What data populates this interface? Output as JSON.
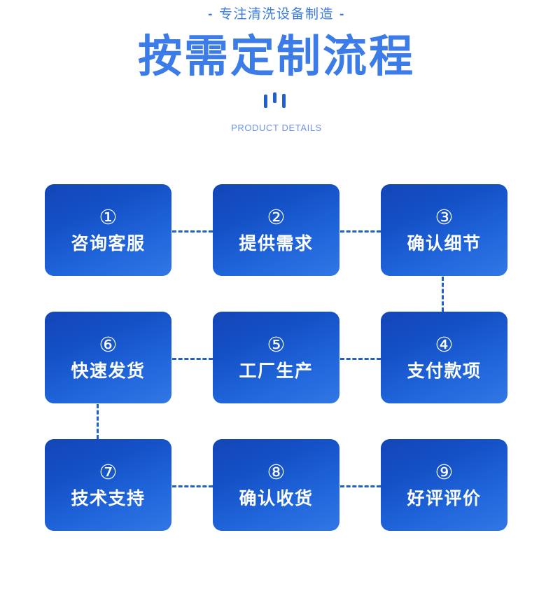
{
  "header": {
    "eyebrow": "专注清洗设备制造",
    "eyebrow_dash_left": "-",
    "eyebrow_dash_right": "-",
    "headline": "按需定制流程",
    "sub_en": "PRODUCT DETAILS",
    "colors": {
      "eyebrow": "#3d7ce0",
      "headline": "#3c7ce8",
      "sub_en": "#6d92e8",
      "bars": "#1f5fce"
    }
  },
  "flow": {
    "connector_color": "#1f5fce",
    "box_gradient_from": "#1346b8",
    "box_gradient_to": "#3177e4",
    "steps": [
      {
        "num": "①",
        "label": "咨询客服"
      },
      {
        "num": "②",
        "label": "提供需求"
      },
      {
        "num": "③",
        "label": "确认细节"
      },
      {
        "num": "④",
        "label": "支付款项"
      },
      {
        "num": "⑤",
        "label": "工厂生产"
      },
      {
        "num": "⑥",
        "label": "快速发货"
      },
      {
        "num": "⑦",
        "label": "技术支持"
      },
      {
        "num": "⑧",
        "label": "确认收货"
      },
      {
        "num": "⑨",
        "label": "好评评价"
      }
    ]
  }
}
